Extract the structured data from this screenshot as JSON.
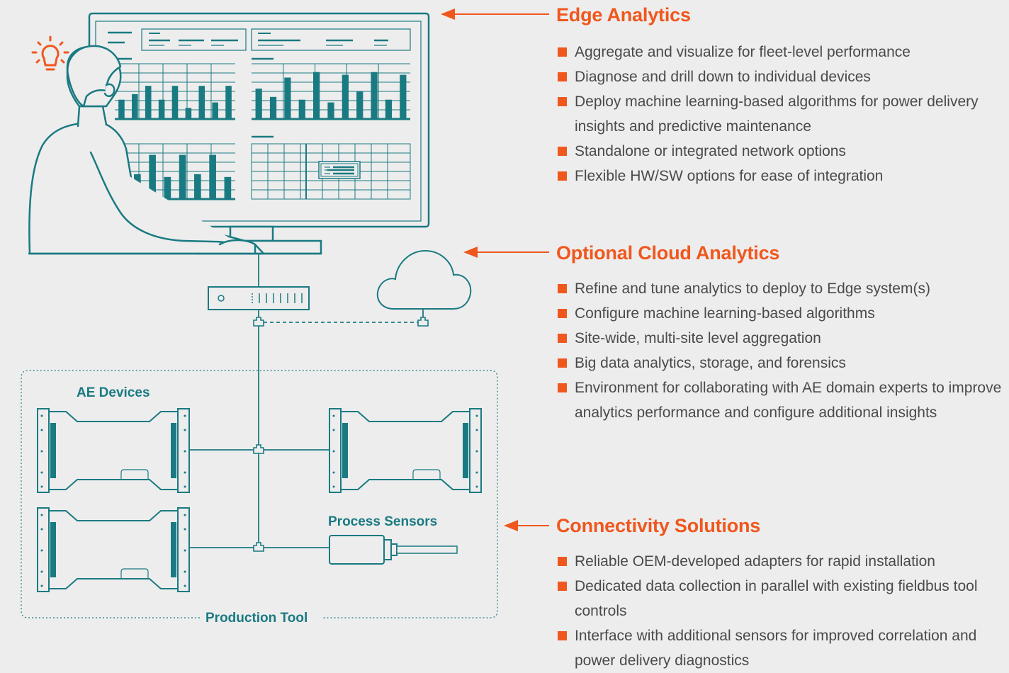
{
  "diagram": {
    "labels": {
      "ae_devices": "AE Devices",
      "process_sensors": "Process Sensors",
      "production_tool": "Production Tool"
    },
    "colors": {
      "teal": "#1a7a82",
      "orange": "#f0571d",
      "background": "#ededed",
      "text": "#4a4a4a"
    },
    "icons": [
      "lightbulb-icon",
      "person-icon",
      "monitor-icon",
      "router-icon",
      "cloud-icon",
      "ae-device-icon",
      "process-sensor-icon",
      "network-node-icon"
    ]
  },
  "sections": {
    "edge": {
      "title": "Edge Analytics",
      "items": [
        "Aggregate and visualize for fleet-level performance",
        "Diagnose and drill down to individual devices",
        "Deploy machine learning-based algorithms for power delivery insights and predictive maintenance",
        "Standalone or integrated network options",
        "Flexible HW/SW options for ease of integration"
      ]
    },
    "cloud": {
      "title": "Optional Cloud Analytics",
      "items": [
        "Refine and tune analytics to deploy to Edge system(s)",
        "Configure machine learning-based algorithms",
        "Site-wide, multi-site level aggregation",
        "Big data analytics, storage, and forensics",
        "Environment for collaborating with AE domain experts to improve analytics performance and configure additional insights"
      ]
    },
    "connectivity": {
      "title": "Connectivity Solutions",
      "items": [
        "Reliable OEM-developed adapters for rapid installation",
        "Dedicated data collection in parallel with existing fieldbus tool controls",
        "Interface with additional sensors for improved correlation and power delivery diagnostics"
      ]
    }
  }
}
